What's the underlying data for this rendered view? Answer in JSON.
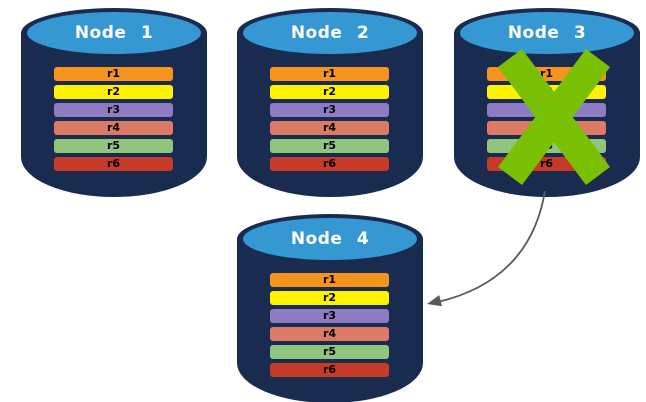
{
  "diagram": {
    "type": "database-replication-failover",
    "colors": {
      "background": "#FFFFFF",
      "cylinder_body": "#192C50",
      "cylinder_top": "#3598D2",
      "title_text": "#FFFFFF",
      "record_text": "#000000",
      "failure_x": "#79C005",
      "arrow": "#595959"
    },
    "nodes": [
      {
        "label": "Node 1",
        "status": "active",
        "records": [
          {
            "label": "r1",
            "color": "#F7941D"
          },
          {
            "label": "r2",
            "color": "#FFF200"
          },
          {
            "label": "r3",
            "color": "#8E7CC3"
          },
          {
            "label": "r4",
            "color": "#DD7A66"
          },
          {
            "label": "r5",
            "color": "#90C57E"
          },
          {
            "label": "r6",
            "color": "#C53B27"
          }
        ]
      },
      {
        "label": "Node 2",
        "status": "active",
        "records": [
          {
            "label": "r1",
            "color": "#F7941D"
          },
          {
            "label": "r2",
            "color": "#FFF200"
          },
          {
            "label": "r3",
            "color": "#8E7CC3"
          },
          {
            "label": "r4",
            "color": "#DD7A66"
          },
          {
            "label": "r5",
            "color": "#90C57E"
          },
          {
            "label": "r6",
            "color": "#C53B27"
          }
        ]
      },
      {
        "label": "Node 3",
        "status": "failed",
        "records": [
          {
            "label": "r1",
            "color": "#F7941D"
          },
          {
            "label": "r2",
            "color": "#FFF200"
          },
          {
            "label": "r3",
            "color": "#8E7CC3"
          },
          {
            "label": "r4",
            "color": "#DD7A66"
          },
          {
            "label": "r5",
            "color": "#90C57E"
          },
          {
            "label": "r6",
            "color": "#C53B27"
          }
        ]
      },
      {
        "label": "Node 4",
        "status": "active",
        "records": [
          {
            "label": "r1",
            "color": "#F7941D"
          },
          {
            "label": "r2",
            "color": "#FFF200"
          },
          {
            "label": "r3",
            "color": "#8E7CC3"
          },
          {
            "label": "r4",
            "color": "#DD7A66"
          },
          {
            "label": "r5",
            "color": "#90C57E"
          },
          {
            "label": "r6",
            "color": "#C53B27"
          }
        ]
      }
    ],
    "arrow": {
      "from": "Node 3",
      "to": "Node 4"
    }
  }
}
